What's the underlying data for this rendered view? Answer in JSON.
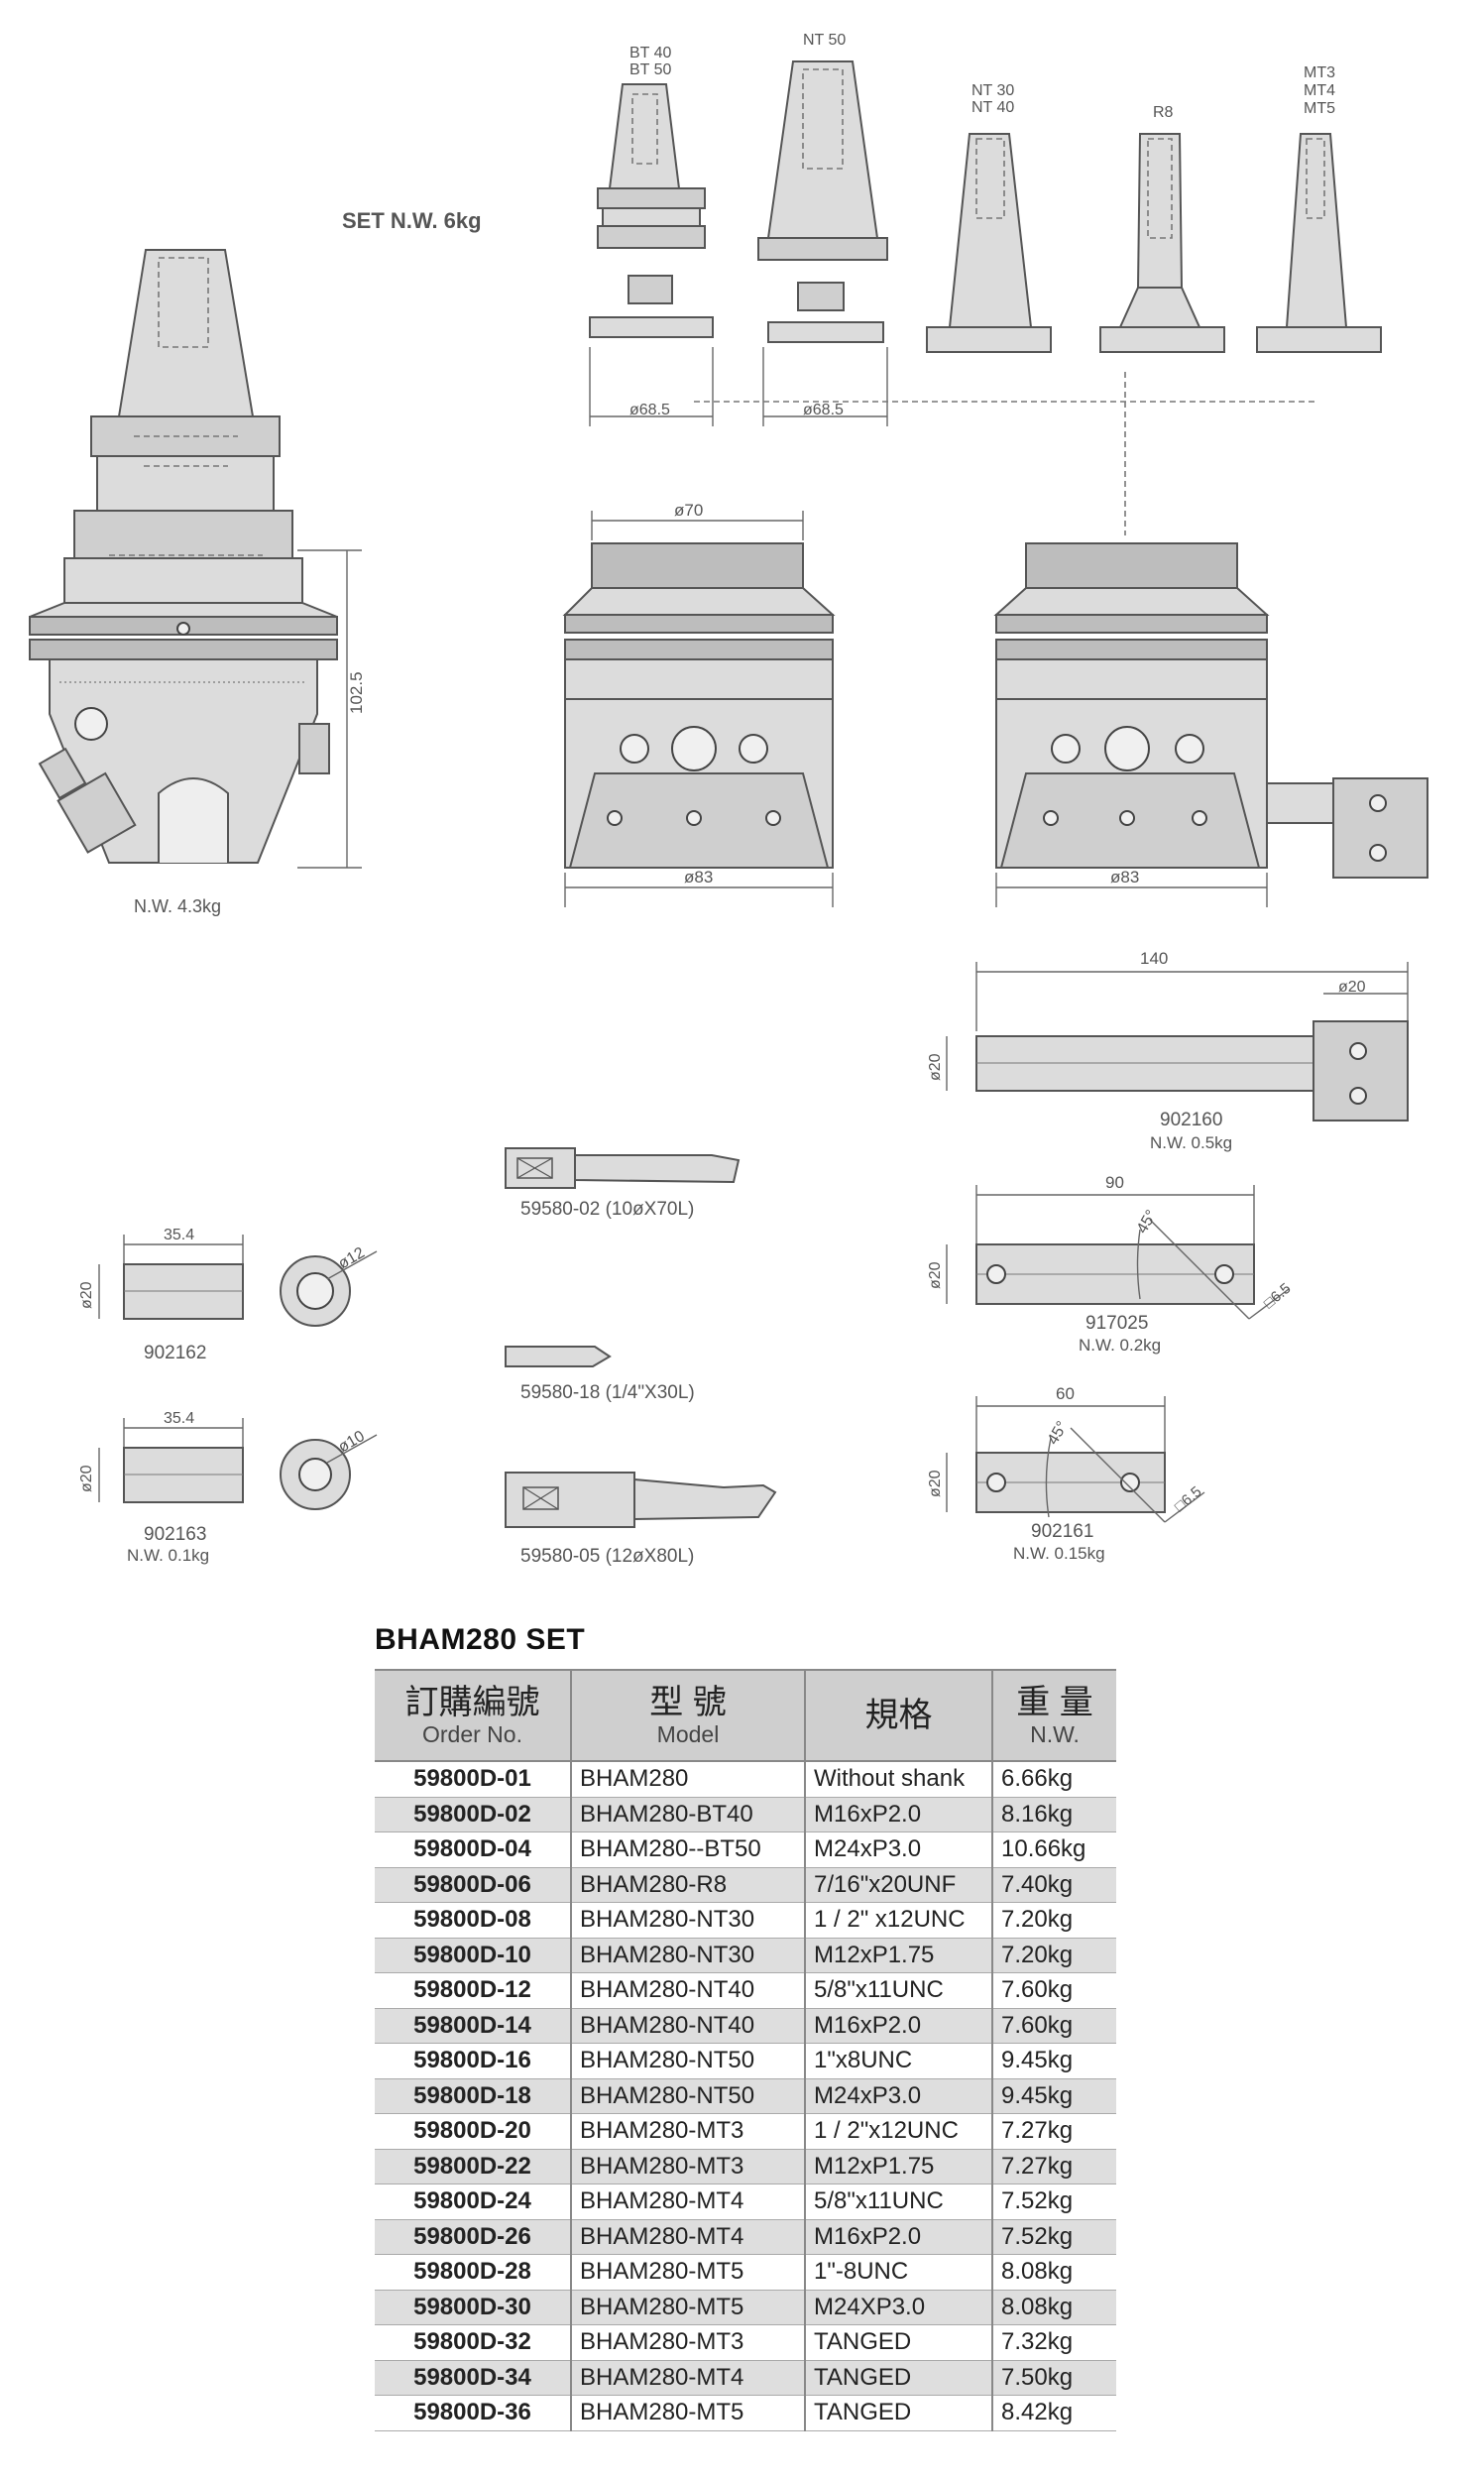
{
  "drawing": {
    "set_weight": "SET N.W. 6kg",
    "head_weight": "N.W. 4.3kg",
    "head_height": "102.5",
    "shanks": {
      "bt": "BT 40\nBT 50",
      "nt50": "NT 50",
      "nt3040": "NT 30\nNT 40",
      "r8": "R8",
      "mt": "MT3\nMT4\nMT5",
      "dia_bt": "ø68.5",
      "dia_nt": "ø68.5"
    },
    "body_top_dia": "ø70",
    "body_bottom_dia_1": "ø83",
    "body_bottom_dia_2": "ø83",
    "bar_902160": {
      "length": "140",
      "dia": "ø20",
      "dia_end": "ø20",
      "code": "902160",
      "weight": "N.W. 0.5kg"
    },
    "bar_917025": {
      "length": "90",
      "dia": "ø20",
      "angle": "45°",
      "sq": "□6.5",
      "code": "917025",
      "weight": "N.W. 0.2kg"
    },
    "bar_902161": {
      "length": "60",
      "dia": "ø20",
      "angle": "45°",
      "sq": "□6.5",
      "code": "902161",
      "weight": "N.W. 0.15kg"
    },
    "sleeve_902162": {
      "length": "35.4",
      "dia": "ø20",
      "bore": "ø12",
      "code": "902162"
    },
    "sleeve_902163": {
      "length": "35.4",
      "dia": "ø20",
      "bore": "ø10",
      "code": "902163",
      "weight": "N.W. 0.1kg"
    },
    "tool_1": "59580-02   (10øX70L)",
    "tool_2": "59580-18   (1/4\"X30L)",
    "tool_3": "59580-05   (12øX80L)"
  },
  "table": {
    "title": "BHAM280 SET",
    "headers": {
      "order_zh": "訂購編號",
      "order_en": "Order No.",
      "model_zh": "型 號",
      "model_en": "Model",
      "spec_zh": "規格",
      "weight_zh": "重 量",
      "weight_en": "N.W."
    },
    "rows": [
      [
        "59800D-01",
        "BHAM280",
        "Without shank",
        "6.66kg"
      ],
      [
        "59800D-02",
        "BHAM280-BT40",
        "M16xP2.0",
        "8.16kg"
      ],
      [
        "59800D-04",
        "BHAM280--BT50",
        "M24xP3.0",
        "10.66kg"
      ],
      [
        "59800D-06",
        "BHAM280-R8",
        "7/16\"x20UNF",
        "7.40kg"
      ],
      [
        "59800D-08",
        "BHAM280-NT30",
        "1 / 2\" x12UNC",
        "7.20kg"
      ],
      [
        "59800D-10",
        "BHAM280-NT30",
        "M12xP1.75",
        "7.20kg"
      ],
      [
        "59800D-12",
        "BHAM280-NT40",
        "5/8\"x11UNC",
        "7.60kg"
      ],
      [
        "59800D-14",
        "BHAM280-NT40",
        "M16xP2.0",
        "7.60kg"
      ],
      [
        "59800D-16",
        "BHAM280-NT50",
        "1\"x8UNC",
        "9.45kg"
      ],
      [
        "59800D-18",
        "BHAM280-NT50",
        "M24xP3.0",
        "9.45kg"
      ],
      [
        "59800D-20",
        "BHAM280-MT3",
        "1 / 2\"x12UNC",
        "7.27kg"
      ],
      [
        "59800D-22",
        "BHAM280-MT3",
        "M12xP1.75",
        "7.27kg"
      ],
      [
        "59800D-24",
        "BHAM280-MT4",
        "5/8\"x11UNC",
        "7.52kg"
      ],
      [
        "59800D-26",
        "BHAM280-MT4",
        "M16xP2.0",
        "7.52kg"
      ],
      [
        "59800D-28",
        "BHAM280-MT5",
        "1\"-8UNC",
        "8.08kg"
      ],
      [
        "59800D-30",
        "BHAM280-MT5",
        "M24XP3.0",
        "8.08kg"
      ],
      [
        "59800D-32",
        "BHAM280-MT3",
        "TANGED",
        "7.32kg"
      ],
      [
        "59800D-34",
        "BHAM280-MT4",
        "TANGED",
        "7.50kg"
      ],
      [
        "59800D-36",
        "BHAM280-MT5",
        "TANGED",
        "8.42kg"
      ]
    ]
  }
}
